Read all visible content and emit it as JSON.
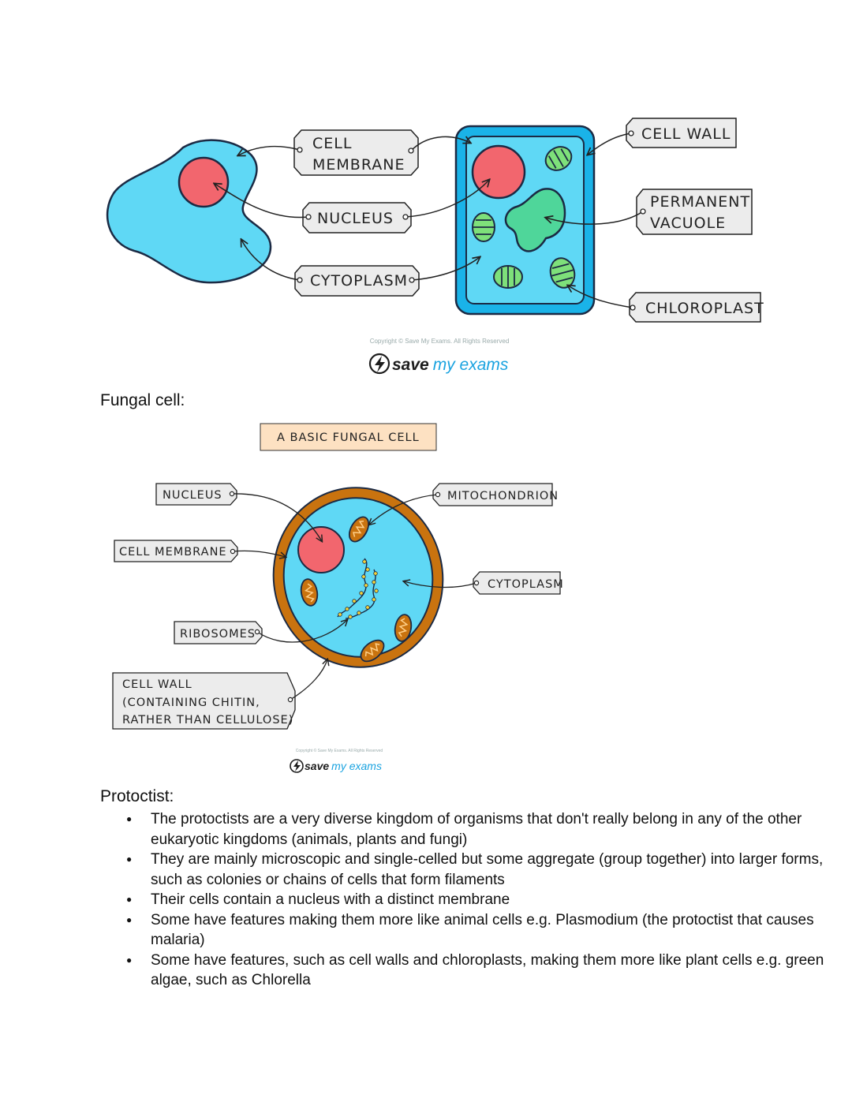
{
  "plant_animal_diagram": {
    "labels": {
      "cell_membrane_1": "CELL",
      "cell_membrane_2": "MEMBRANE",
      "nucleus": "NUCLEUS",
      "cytoplasm": "CYTOPLASM",
      "cell_wall": "CELL WALL",
      "permanent_vacuole_1": "PERMANENT",
      "permanent_vacuole_2": "VACUOLE",
      "chloroplast": "CHLOROPLAST"
    },
    "copyright": "Copyright © Save My Exams. All Rights Reserved",
    "logo_part1": "save",
    "logo_part2": "my exams"
  },
  "fungal_section": {
    "heading": "Fungal cell:",
    "title": "A  BASIC  FUNGAL  CELL",
    "labels": {
      "nucleus": "NUCLEUS",
      "cell_membrane": "CELL  MEMBRANE",
      "ribosomes": "RIBOSOMES",
      "cell_wall_1": "CELL  WALL",
      "cell_wall_2": "(CONTAINING  CHITIN,",
      "cell_wall_3": "RATHER  THAN  CELLULOSE)",
      "mitochondrion": "MITOCHONDRION",
      "cytoplasm": "CYTOPLASM"
    },
    "copyright": "Copyright © Save My Exams. All Rights Reserved",
    "logo_part1": "save",
    "logo_part2": "my exams"
  },
  "protoctist_section": {
    "heading": "Protoctist:",
    "bullets": [
      "The protoctists are a very diverse kingdom of organisms that don't really belong in any of the other eukaryotic kingdoms (animals, plants and fungi)",
      "They are mainly microscopic and single-celled but some aggregate (group together) into larger forms, such as colonies or chains of cells that form filaments",
      "Their cells contain a nucleus with a distinct membrane",
      "Some have features making them more like animal cells e.g. Plasmodium (the protoctist that causes malaria)",
      "Some have features, such as cell walls and chloroplasts, making them more like plant cells e.g. green algae, such as Chlorella"
    ]
  },
  "colors": {
    "cytoplasm_blue": "#5fd8f5",
    "cell_wall_blue": "#1ab3e8",
    "nucleus_red": "#f2666e",
    "chloroplast_green": "#7ee07a",
    "vacuole_green": "#4fd69a",
    "fungal_wall_brown": "#c9730f",
    "label_box_fill": "#ececec",
    "title_box_fill": "#fde1c2",
    "logo_blue": "#1aa3e0"
  }
}
